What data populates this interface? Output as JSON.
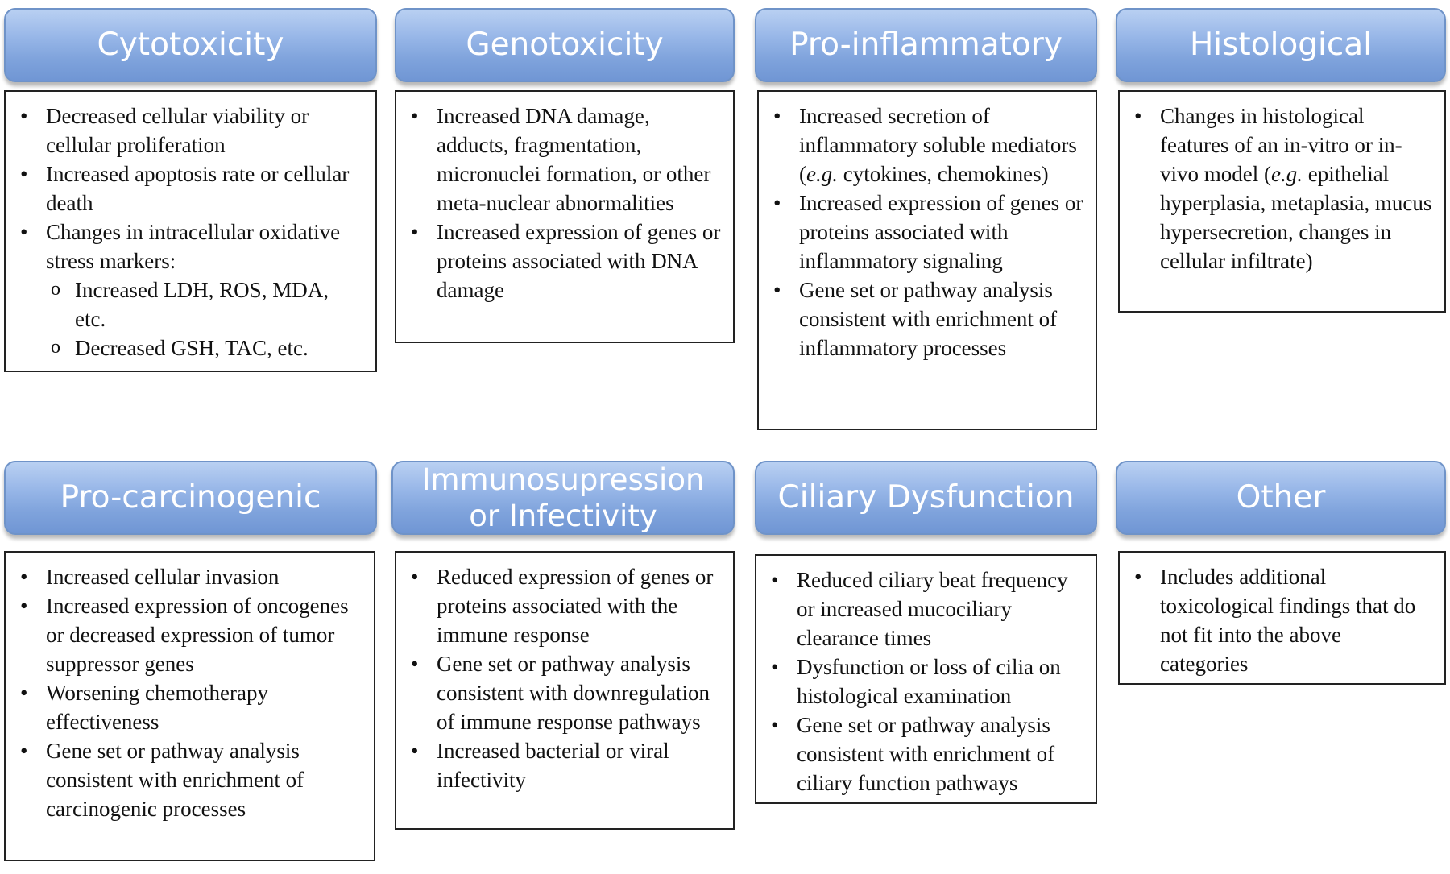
{
  "headers": {
    "cytotoxicity": "Cytotoxicity",
    "genotoxicity": "Genotoxicity",
    "pro_inflammatory": "Pro-inflammatory",
    "histological": "Histological",
    "pro_carcinogenic": "Pro-carcinogenic",
    "immunosuppression_line1": "Immunosupression",
    "immunosuppression_line2": "or Infectivity",
    "ciliary": "Ciliary Dysfunction",
    "other": "Other"
  },
  "cytotoxicity": {
    "items": [
      "Decreased cellular viability or cellular proliferation",
      "Increased apoptosis rate or cellular death",
      "Changes in intracellular oxidative stress markers:"
    ],
    "subitems": [
      "Increased LDH, ROS, MDA, etc.",
      "Decreased GSH, TAC, etc."
    ]
  },
  "genotoxicity": {
    "items": [
      "Increased DNA damage, adducts, fragmentation, micronuclei formation, or other meta-nuclear abnormalities",
      "Increased expression of genes or proteins associated with DNA damage"
    ]
  },
  "pro_inflammatory": {
    "item1_pre": "Increased secretion of inflammatory soluble mediators (",
    "item1_em": "e.g.",
    "item1_post": " cytokines, chemokines)",
    "items": [
      "Increased expression of genes or proteins associated with inflammatory signaling",
      "Gene set or pathway analysis consistent with enrichment of inflammatory processes"
    ]
  },
  "histological": {
    "item1_pre": "Changes in histological features of an in-vitro or in-vivo model (",
    "item1_em": "e.g.",
    "item1_post": " epithelial hyperplasia, metaplasia, mucus hypersecretion, changes in cellular infiltrate)"
  },
  "pro_carcinogenic": {
    "items": [
      "Increased cellular invasion",
      "Increased expression of oncogenes or decreased expression of tumor suppressor genes",
      "Worsening chemotherapy effectiveness",
      "Gene set or pathway analysis consistent with enrichment of carcinogenic processes"
    ]
  },
  "immunosuppression": {
    "items": [
      "Reduced expression of genes or proteins associated with the immune response",
      "Gene set or pathway analysis consistent with downregulation of immune response pathways",
      "Increased bacterial or viral infectivity"
    ]
  },
  "ciliary": {
    "items": [
      "Reduced ciliary beat frequency or increased mucociliary clearance times",
      "Dysfunction or loss of cilia on histological examination",
      "Gene set or pathway analysis consistent with enrichment of ciliary function pathways"
    ]
  },
  "other": {
    "items": [
      "Includes additional toxicological findings that do not fit into the above categories"
    ]
  },
  "colors": {
    "header_fill": "#8fb0e4",
    "header_border": "#6f93c8",
    "header_text": "#ffffff",
    "box_border": "#222222"
  }
}
